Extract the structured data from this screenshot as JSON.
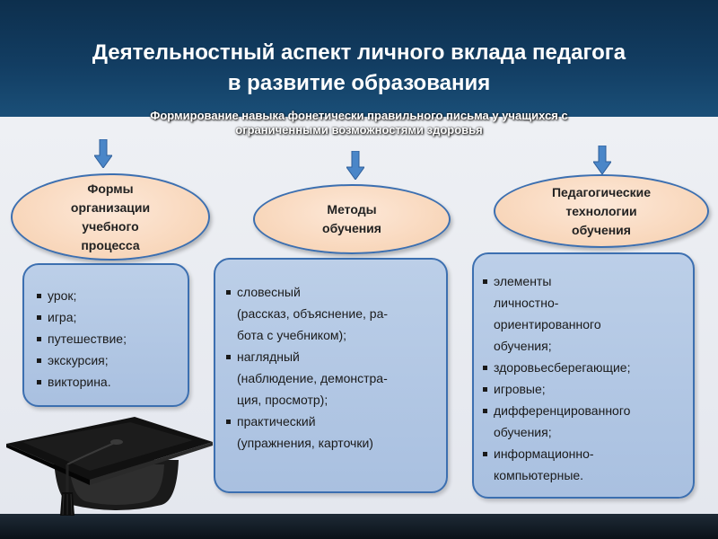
{
  "title": {
    "line1": "Деятельностный аспект личного вклада педагога",
    "line2": "в развитие образования"
  },
  "subtitle": {
    "line1": "Формирование навыка фонетически правильного письма у учащихся с",
    "line2": "ограниченными возможностями здоровья"
  },
  "colors": {
    "header": "#123d62",
    "oval_fill": "#f6cfae",
    "box_fill": "#b3c8e4",
    "border": "#3c6fb0",
    "arrow": "#4a86c8"
  },
  "columns": [
    {
      "heading": [
        "Формы",
        "организации",
        "учебного",
        "процесса"
      ],
      "items": [
        "урок;",
        "игра;",
        "путешествие;",
        "экскурсия;",
        "викторина."
      ]
    },
    {
      "heading": [
        "Методы",
        "обучения"
      ],
      "items": [
        [
          "словесный",
          "(рассказ, объяснение, ра-",
          "бота с учебником);"
        ],
        [
          "наглядный",
          "(наблюдение, демонстра-",
          "ция, просмотр);"
        ],
        [
          "практический",
          "(упражнения, карточки)"
        ]
      ]
    },
    {
      "heading": [
        "Педагогические",
        "технологии",
        "обучения"
      ],
      "items": [
        [
          "элементы",
          "личностно-",
          "ориентированного",
          "обучения;"
        ],
        [
          "здоровьесберегающие;"
        ],
        [
          "игровые;"
        ],
        [
          "дифференцированного",
          "обучения;"
        ],
        [
          "информационно-",
          "компьютерные."
        ]
      ]
    }
  ],
  "illustration": {
    "icon": "graduation-cap-icon"
  }
}
